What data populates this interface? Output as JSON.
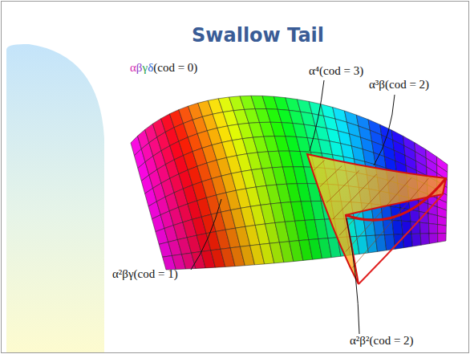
{
  "diagram": {
    "title": "Swallow Tail",
    "labels": [
      "αβγδ(cod = 0)",
      "α⁴(cod = 3)",
      "α³β(cod = 2)",
      "α²βγ(cod = 1)",
      "α²β²(cod = 2)"
    ]
  }
}
